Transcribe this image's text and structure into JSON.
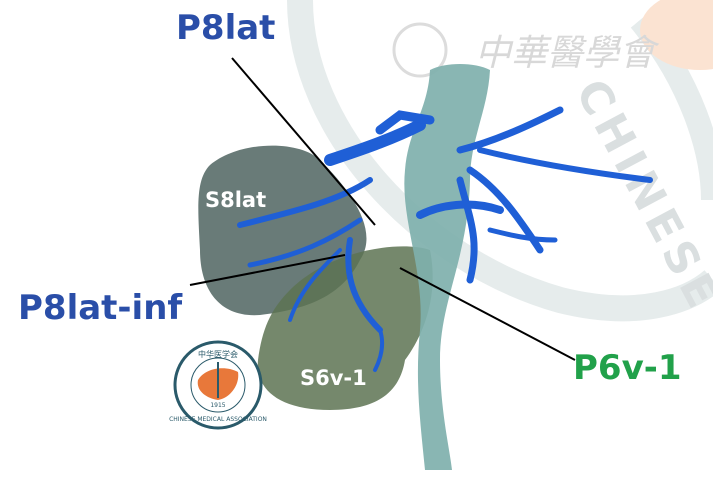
{
  "labels": {
    "p8lat": "P8lat",
    "s8lat": "S8lat",
    "p8lat_inf": "P8lat-inf",
    "s6v_1": "S6v-1",
    "p6v_1": "P6v-1"
  },
  "watermark": {
    "chinese_text": "中華醫學會",
    "english_text": "CHINESE"
  },
  "logo": {
    "chinese_text": "中华医学会",
    "english_text": "CHINESE MEDICAL ASSOCIATION",
    "year": "1915"
  },
  "colors": {
    "label_blue": "#2a4ea8",
    "label_green": "#21a14a",
    "portal_vein": "#1f5fd6",
    "ivc": "#7fb0ad",
    "segment_s8": "#4f6460",
    "segment_s6": "#5d7352",
    "logo_orange": "#e8783a"
  }
}
